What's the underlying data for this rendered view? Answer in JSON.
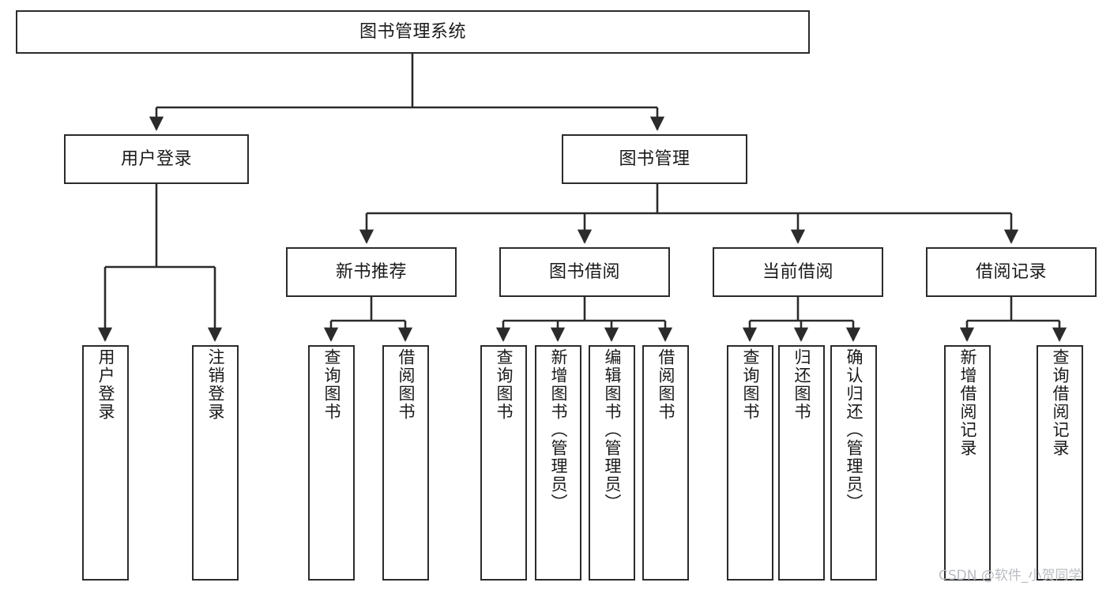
{
  "diagram": {
    "title": "图书管理系统",
    "type": "hierarchy-tree",
    "colors": {
      "box_border": "#2b2b2b",
      "box_fill": "#ffffff",
      "edge": "#2b2b2b",
      "text": "#1a1a1a",
      "watermark": "#b9bcc0",
      "background": "#ffffff"
    },
    "nodes": {
      "root": {
        "label": "图书管理系统"
      },
      "level2": [
        {
          "label": "用户登录"
        },
        {
          "label": "图书管理"
        }
      ],
      "level3": [
        {
          "label": "新书推荐"
        },
        {
          "label": "图书借阅"
        },
        {
          "label": "当前借阅"
        },
        {
          "label": "借阅记录"
        }
      ],
      "leaves": {
        "user_login": [
          {
            "label": "用户登录"
          },
          {
            "label": "注销登录"
          }
        ],
        "new_book_recommend": [
          {
            "label": "查询图书"
          },
          {
            "label": "借阅图书"
          }
        ],
        "book_borrow": [
          {
            "label": "查询图书"
          },
          {
            "label": "新增图书（管理员）"
          },
          {
            "label": "编辑图书（管理员）"
          },
          {
            "label": "借阅图书"
          }
        ],
        "current_borrow": [
          {
            "label": "查询图书"
          },
          {
            "label": "归还图书"
          },
          {
            "label": "确认归还（管理员）"
          }
        ],
        "borrow_record": [
          {
            "label": "新增借阅记录"
          },
          {
            "label": "查询借阅记录"
          }
        ]
      }
    },
    "watermark": "CSDN @软件_小贺同学"
  }
}
